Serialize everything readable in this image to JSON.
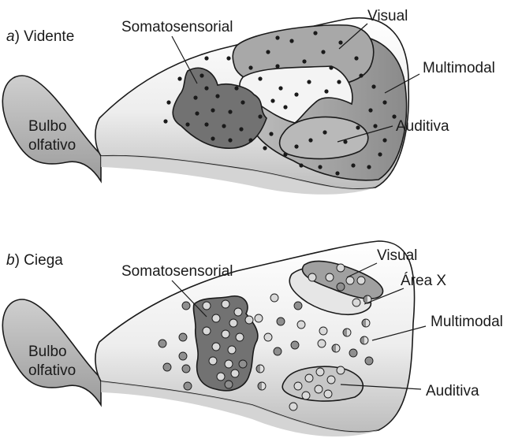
{
  "panel_a": {
    "label": "a) Vidente",
    "label_prefix": "a",
    "label_suffix": ") Vidente",
    "regions": {
      "somatosensorial": "Somatosensorial",
      "visual": "Visual",
      "multimodal": "Multimodal",
      "auditiva": "Auditiva",
      "olfactory_line1": "Bulbo",
      "olfactory_line2": "olfativo"
    }
  },
  "panel_b": {
    "label": "b) Ciega",
    "label_prefix": "b",
    "label_suffix": ") Ciega",
    "regions": {
      "somatosensorial": "Somatosensorial",
      "visual": "Visual",
      "area_x": "Área X",
      "multimodal": "Multimodal",
      "auditiva": "Auditiva",
      "olfactory_line1": "Bulbo",
      "olfactory_line2": "olfativo"
    }
  },
  "colors": {
    "outline": "#1a1a1a",
    "region_dark": "#6e6e6e",
    "region_mid": "#a6a6a6",
    "region_light": "#c4c4c4",
    "cortex_light": "#ececec",
    "bulb_gray": "#b3b3b3",
    "dot_black": "#1a1a1a",
    "open_circle_fill": "#d9d9d9"
  }
}
